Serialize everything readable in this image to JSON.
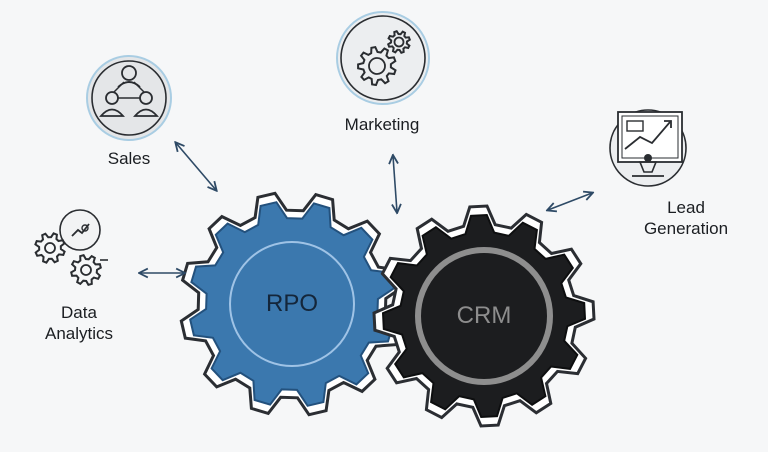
{
  "diagram": {
    "center_gears": {
      "left": {
        "label": "RPO",
        "fill": "#3b78ae",
        "text_color": "#14263a"
      },
      "right": {
        "label": "CRM",
        "fill": "#1c1d1f",
        "text_color": "#8d8d8d"
      }
    },
    "nodes": {
      "sales": {
        "label": "Sales",
        "icon": "people-network-icon"
      },
      "marketing": {
        "label": "Marketing",
        "icon": "gears-icon"
      },
      "lead_generation": {
        "line1": "Lead",
        "line2": "Generation",
        "icon": "monitor-chart-icon"
      },
      "data_analytics": {
        "line1": "Data",
        "line2": "Analytics",
        "icon": "analytics-gears-icon"
      }
    },
    "colors": {
      "arrow": "#2e4a66",
      "icon_stroke": "#2a2d31",
      "icon_bg": "#e4e6e8"
    }
  }
}
